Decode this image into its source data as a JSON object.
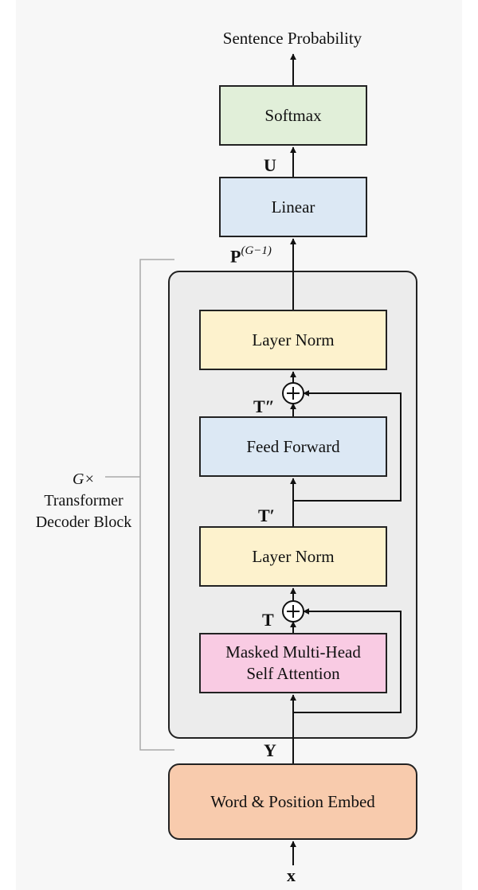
{
  "title": "Sentence Probability",
  "blocks": {
    "softmax": "Softmax",
    "linear": "Linear",
    "layer_norm_top": "Layer Norm",
    "feed_forward": "Feed Forward",
    "layer_norm_bottom": "Layer Norm",
    "attention_line1": "Masked Multi-Head",
    "attention_line2": "Self Attention",
    "embed": "Word & Position Embed"
  },
  "labels": {
    "U": "U",
    "P_base": "P",
    "P_sup": "(G−1)",
    "T_double_prime": "T″",
    "T_prime": "T′",
    "T": "T",
    "Y": "Y",
    "x": "x"
  },
  "decoder_group": {
    "repeat": "G×",
    "line1": "Transformer",
    "line2": "Decoder Block"
  },
  "colors": {
    "softmax": "#e1efd9",
    "linear_ff": "#dce8f4",
    "layer_norm": "#fdf2cd",
    "attention": "#f9cbe3",
    "embed": "#f8cbad",
    "decoder_block": "#ececec"
  }
}
